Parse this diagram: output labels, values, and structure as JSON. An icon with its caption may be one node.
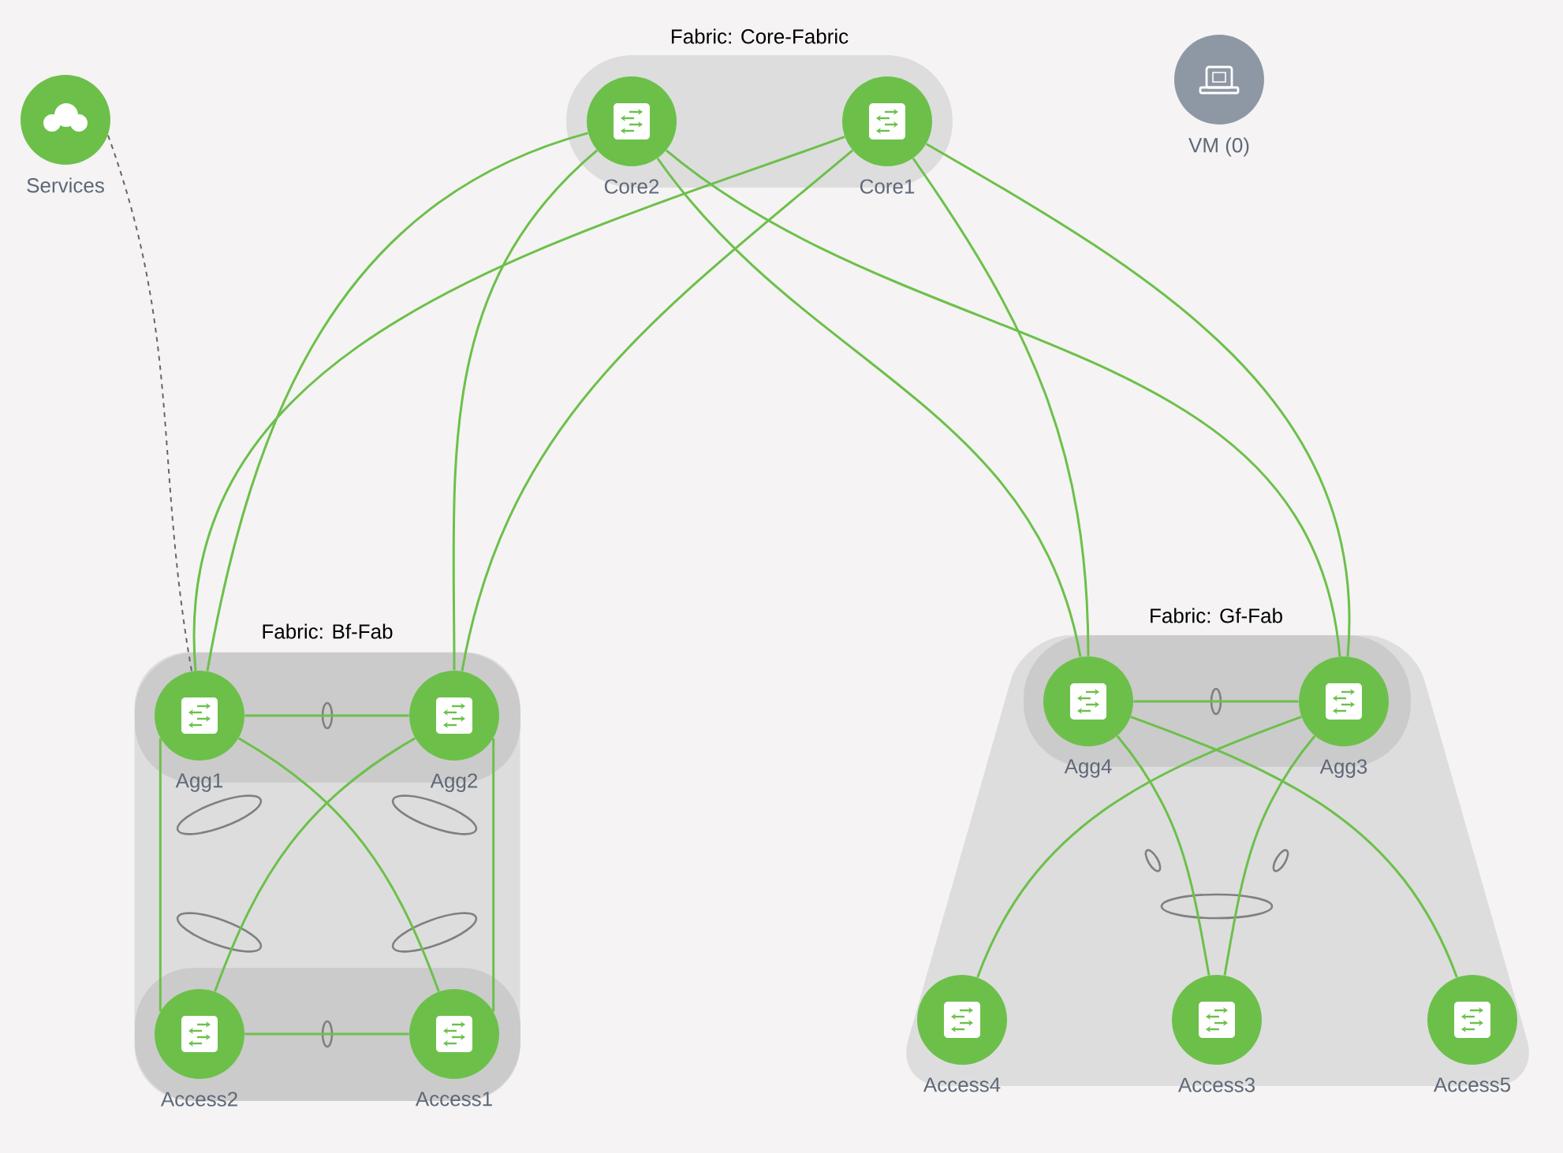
{
  "diagram": {
    "nodes": [
      {
        "text": [
          "Fabric: Core-Fabric"
        ]
      },
      {
        "text": [
          "Core2"
        ],
        "in": 0
      },
      {
        "text": [
          "Core1"
        ],
        "in": 0
      },
      {
        "text": [
          "Services"
        ]
      },
      {
        "text": [
          "VM (0)"
        ]
      },
      {
        "text": [
          "Fabric: Bf-Fab"
        ]
      },
      {
        "text": [
          "Agg1"
        ],
        "in": 5
      },
      {
        "text": [
          "Agg2"
        ],
        "in": 5
      },
      {
        "text": [
          "Access2"
        ],
        "in": 5
      },
      {
        "text": [
          "Access1"
        ],
        "in": 5
      },
      {
        "text": [
          "Fabric: Gf-Fab"
        ]
      },
      {
        "text": [
          "Agg4"
        ],
        "in": 10
      },
      {
        "text": [
          "Agg3"
        ],
        "in": 10
      },
      {
        "text": [
          "Access4"
        ],
        "in": 10
      },
      {
        "text": [
          "Access3"
        ],
        "in": 10
      },
      {
        "text": [
          "Access5"
        ],
        "in": 10
      }
    ],
    "edges": [
      {
        "from": 1,
        "to": 6,
        "arrow": "none"
      },
      {
        "from": 1,
        "to": 7,
        "arrow": "none"
      },
      {
        "from": 1,
        "to": 11,
        "arrow": "none"
      },
      {
        "from": 1,
        "to": 12,
        "arrow": "none"
      },
      {
        "from": 2,
        "to": 6,
        "arrow": "none"
      },
      {
        "from": 2,
        "to": 7,
        "arrow": "none"
      },
      {
        "from": 2,
        "to": 11,
        "arrow": "none"
      },
      {
        "from": 2,
        "to": 12,
        "arrow": "none"
      },
      {
        "from": 3,
        "to": 6,
        "arrow": "none",
        "style": "dashed",
        "color": "#666666"
      },
      {
        "from": 6,
        "to": 7,
        "arrow": "none"
      },
      {
        "from": 8,
        "to": 9,
        "arrow": "none"
      },
      {
        "from": 6,
        "to": 8,
        "arrow": "none"
      },
      {
        "from": 6,
        "to": 9,
        "arrow": "none"
      },
      {
        "from": 7,
        "to": 8,
        "arrow": "none"
      },
      {
        "from": 7,
        "to": 9,
        "arrow": "none"
      },
      {
        "from": 11,
        "to": 12,
        "arrow": "none"
      },
      {
        "from": 11,
        "to": 14,
        "arrow": "none"
      },
      {
        "from": 11,
        "to": 15,
        "arrow": "none"
      },
      {
        "from": 12,
        "to": 13,
        "arrow": "none"
      },
      {
        "from": 12,
        "to": 14,
        "arrow": "none"
      }
    ]
  }
}
